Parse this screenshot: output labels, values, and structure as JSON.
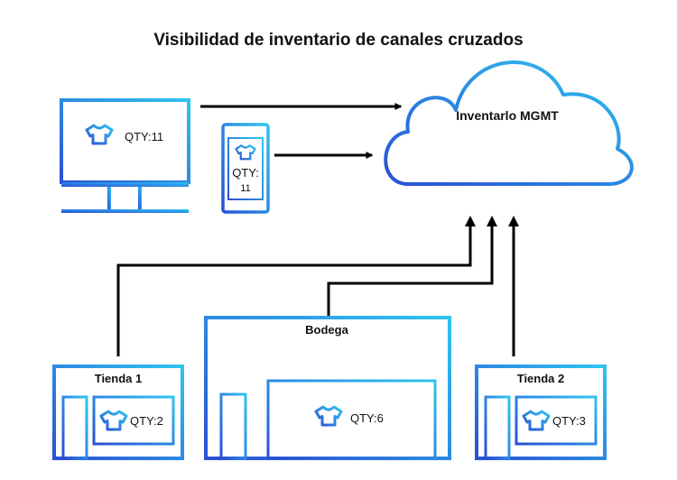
{
  "title": "Visibilidad de inventario de canales cruzados",
  "cloud": {
    "label": "Inventarlo MGMT",
    "icon": "list-icon"
  },
  "desktop": {
    "qty": "QTY:11",
    "icon": "shirt-icon"
  },
  "mobile": {
    "qty_line1": "QTY:",
    "qty_line2": "11",
    "icon": "shirt-icon"
  },
  "store1": {
    "label": "Tienda 1",
    "qty": "QTY:2",
    "icon": "shirt-icon"
  },
  "warehouse": {
    "label": "Bodega",
    "qty": "QTY:6",
    "icon": "shirt-icon"
  },
  "store2": {
    "label": "Tienda 2",
    "qty": "QTY:3",
    "icon": "shirt-icon"
  },
  "colors": {
    "gradient_start": "#2a4fd6",
    "gradient_end": "#2fc4f0",
    "arrow": "#000000"
  }
}
